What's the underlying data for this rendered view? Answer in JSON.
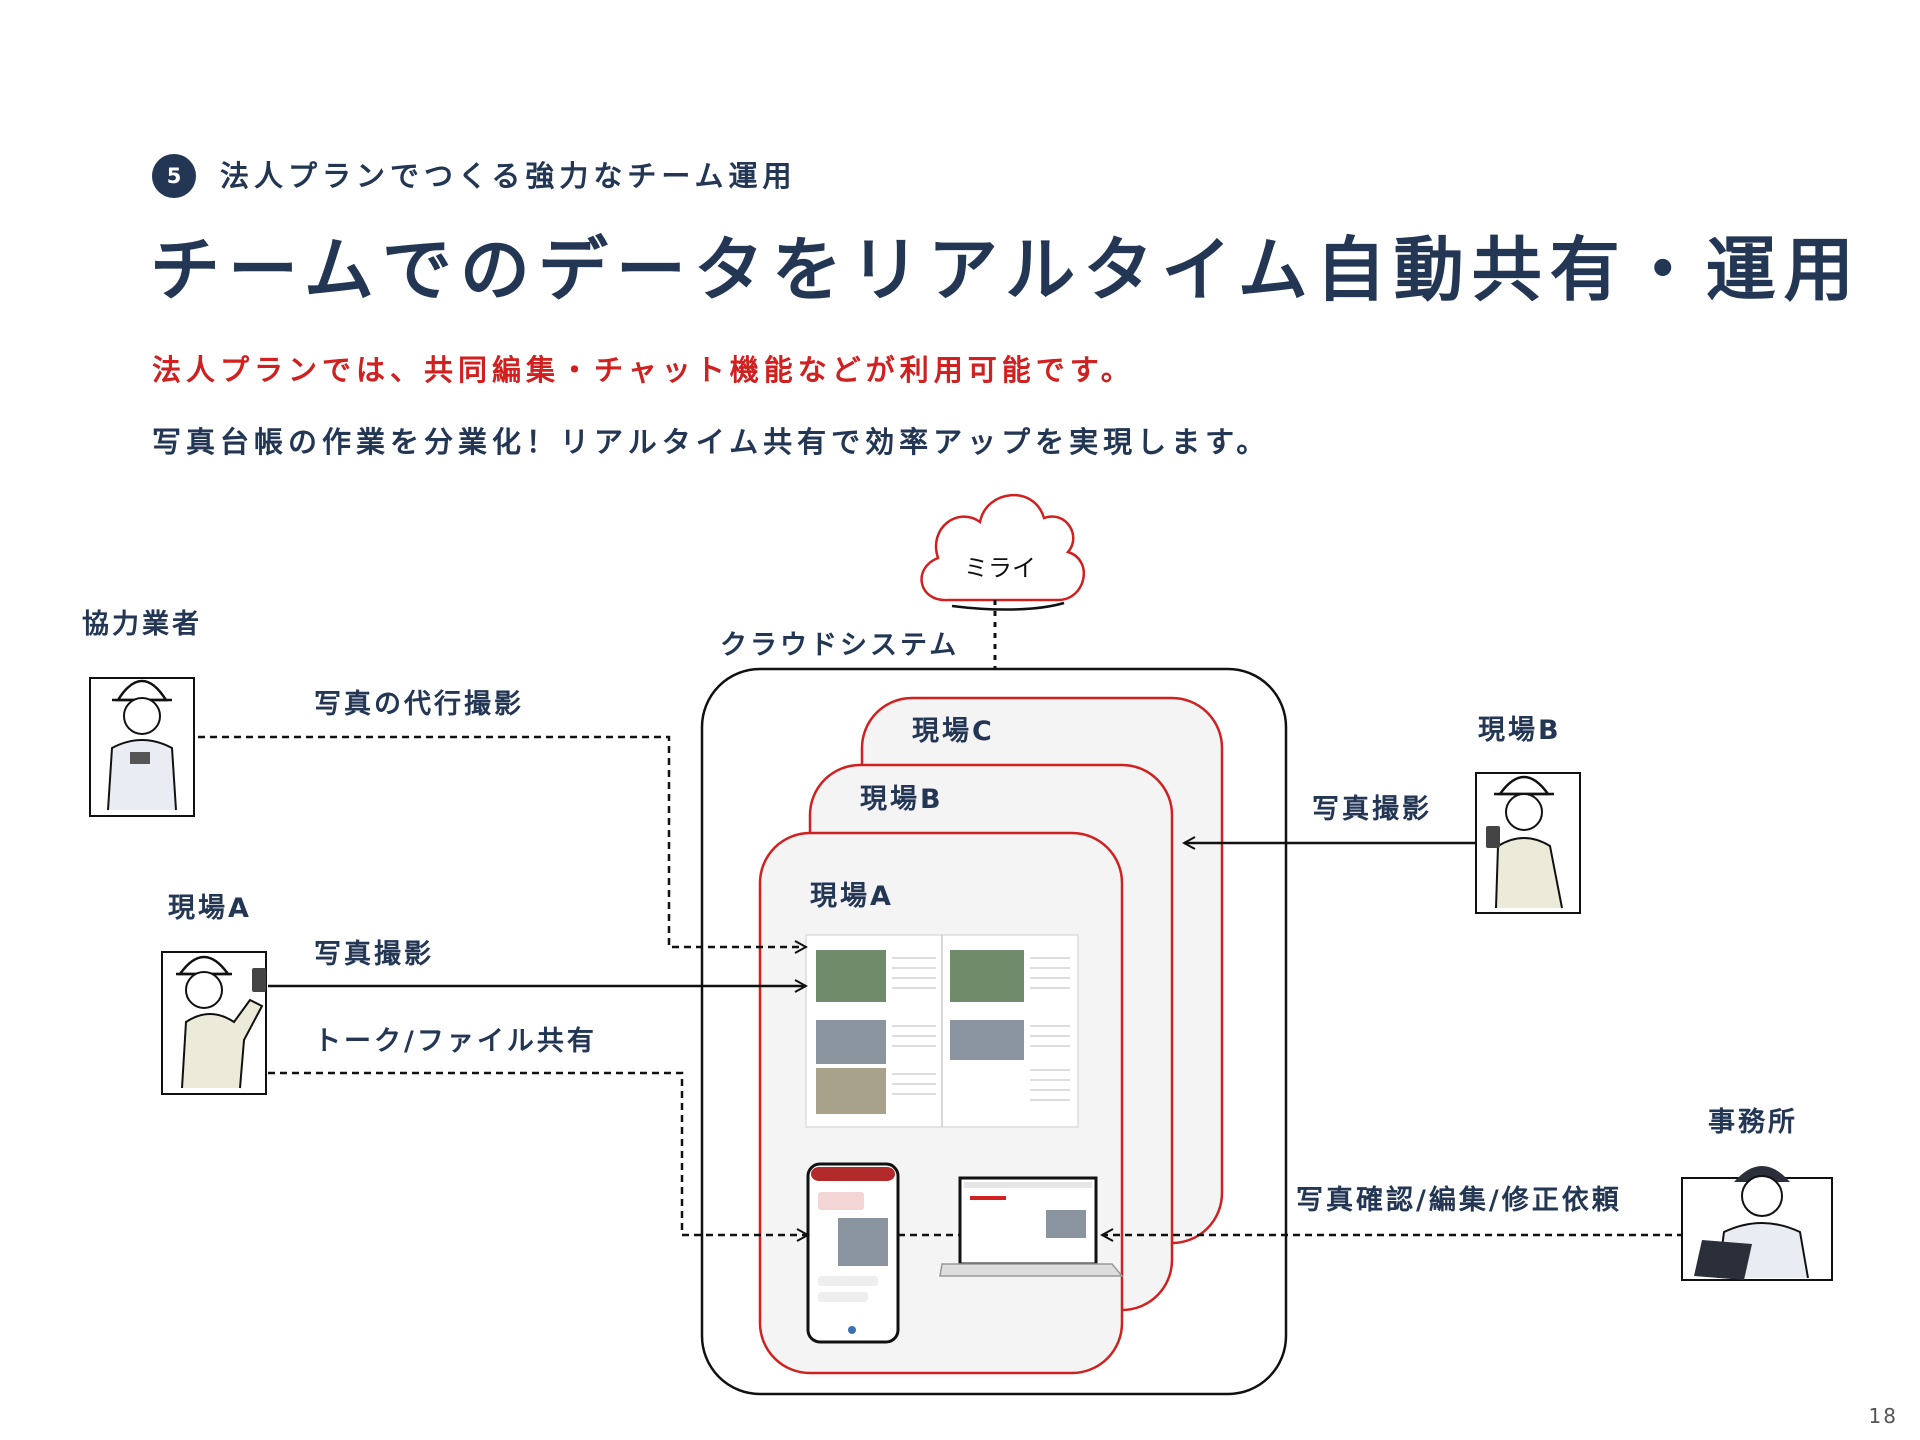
{
  "header": {
    "badge_number": "5",
    "section_title": "法人プランでつくる強力なチーム運用",
    "main_title": "チームでのデータをリアルタイム自動共有・運用",
    "subtitle_red": "法人プランでは、共同編集・チャット機能などが利用可能です。",
    "subtitle_dark": "写真台帳の作業を分業化！リアルタイム共有で効率アップを実現します。"
  },
  "diagram": {
    "cloud_label": "ミライ",
    "cloud_system_label": "クラウドシステム",
    "sites": {
      "c": "現場C",
      "b": "現場B",
      "a": "現場A"
    },
    "actors": {
      "partner": "協力業者",
      "site_a": "現場A",
      "site_b": "現場B",
      "office": "事務所"
    },
    "arrows": {
      "proxy_photo": "写真の代行撮影",
      "photo_a": "写真撮影",
      "talk_share": "トーク/ファイル共有",
      "photo_b": "写真撮影",
      "office_review": "写真確認/編集/修正依頼"
    },
    "colors": {
      "navy": "#233654",
      "red": "#d0201f",
      "panel_bg": "#f4f4f4"
    }
  },
  "footer": {
    "page_number": "18"
  }
}
